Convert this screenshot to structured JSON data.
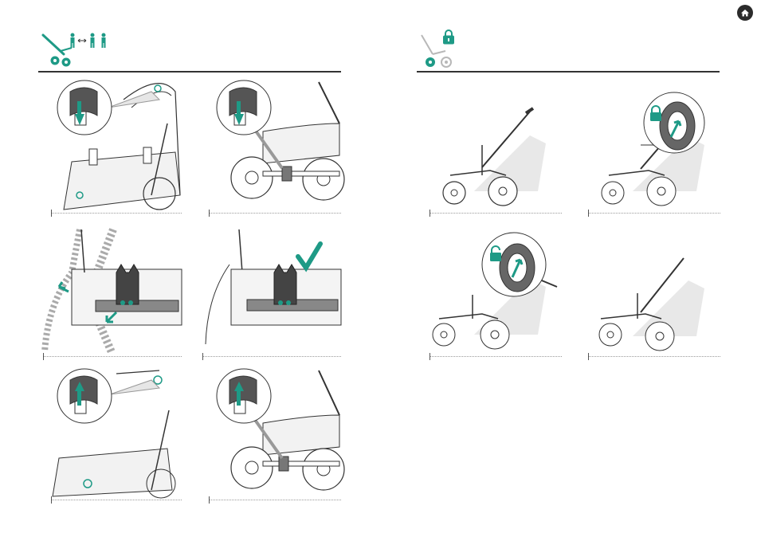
{
  "page": {
    "home_icon": "home-icon",
    "accent_color": "#1e9a86",
    "line_color": "#333333"
  },
  "left_section": {
    "header_icons": [
      "stroller-tilt-icon",
      "child-facing-switch-icon"
    ],
    "steps": [
      {
        "illustration": "unlock-seat-adapter-top-view"
      },
      {
        "illustration": "unlock-seat-adapter-side-view"
      },
      {
        "illustration": "remove-seat-adapters"
      },
      {
        "illustration": "adapters-removed-check"
      },
      {
        "illustration": "lock-seat-adapter-top-view"
      },
      {
        "illustration": "lock-seat-adapter-side-view"
      }
    ]
  },
  "right_section": {
    "header_icons": [
      "lock-icon",
      "wheel-lock-icon"
    ],
    "steps": [
      {
        "illustration": "stroller-chassis-side"
      },
      {
        "illustration": "wheel-locked-detail"
      },
      {
        "illustration": "wheel-unlocked-detail"
      },
      {
        "illustration": "stroller-chassis-rear"
      }
    ]
  }
}
